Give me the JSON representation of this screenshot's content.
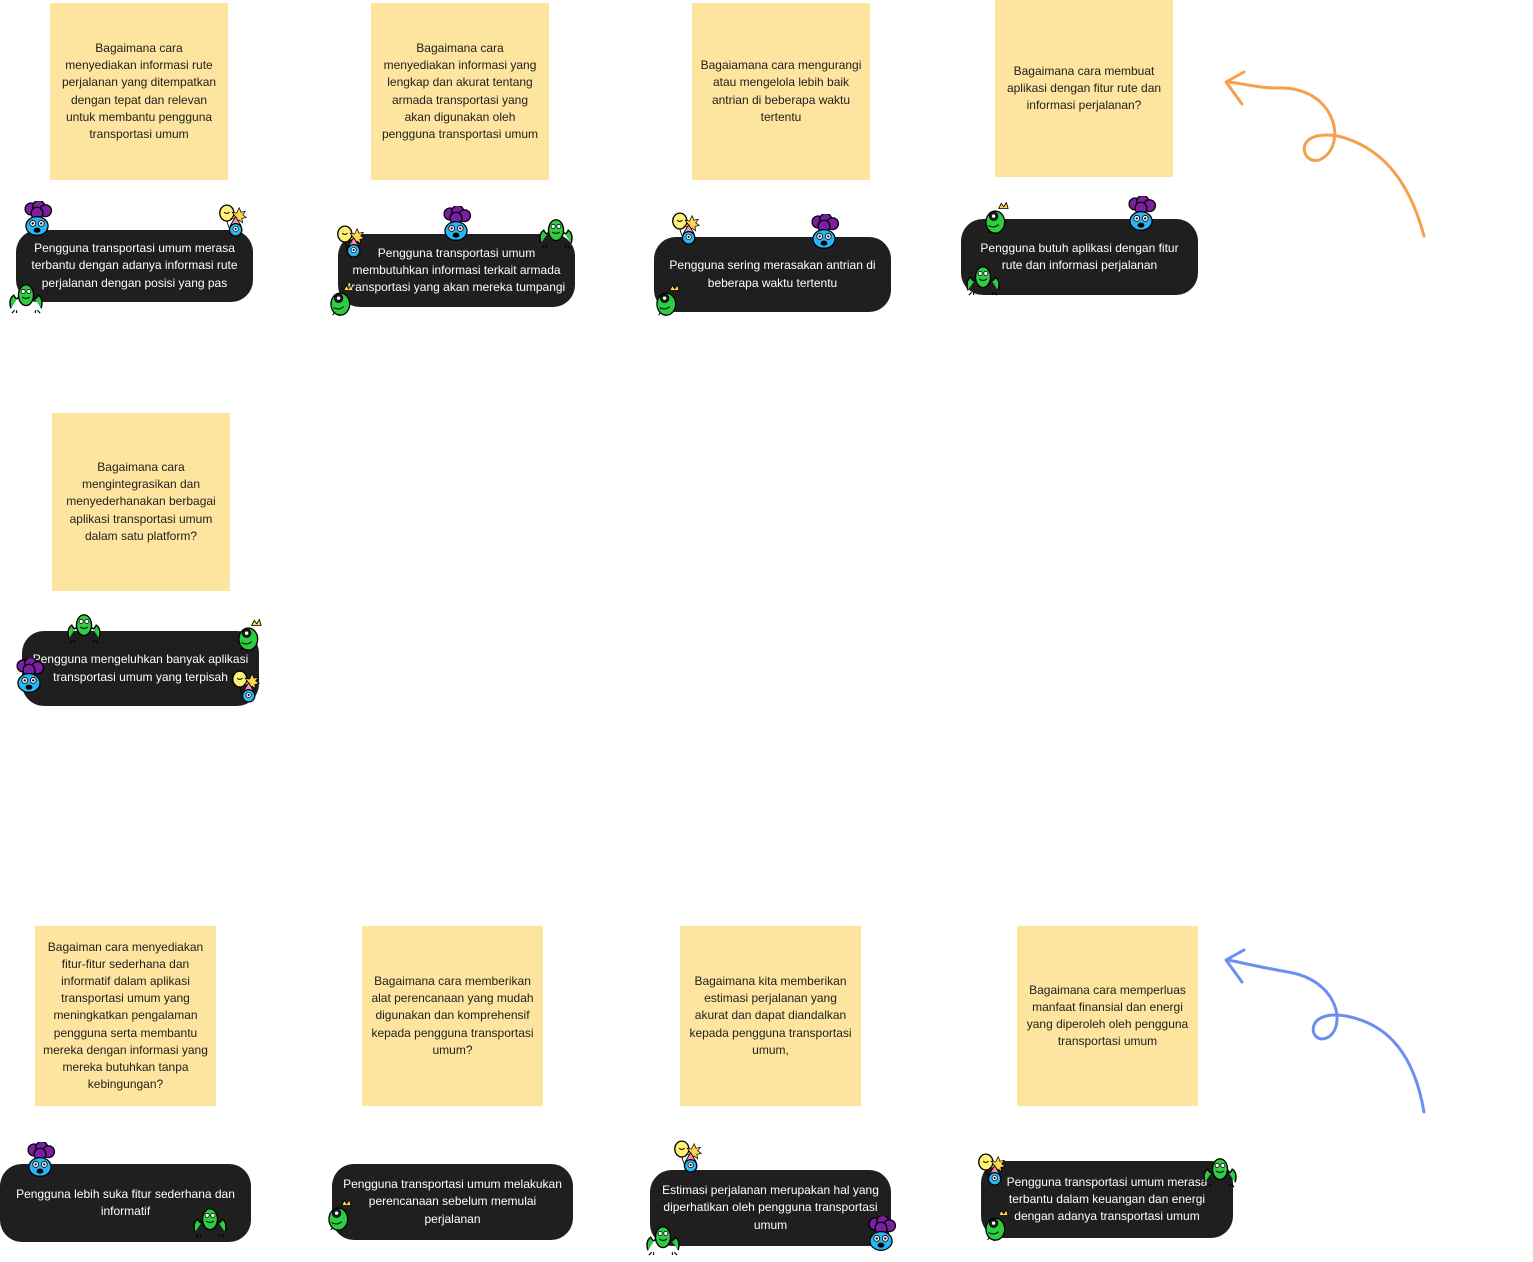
{
  "stickies": [
    {
      "text": "Bagaimana cara menyediakan informasi rute perjalanan yang ditempatkan dengan tepat dan relevan untuk membantu pengguna transportasi umum"
    },
    {
      "text": "Bagaimana cara menyediakan informasi yang lengkap dan akurat tentang armada transportasi yang akan digunakan oleh pengguna transportasi umum"
    },
    {
      "text": "Bagaiamana cara mengurangi atau mengelola lebih baik antrian di beberapa waktu tertentu"
    },
    {
      "text": "Bagaimana cara membuat aplikasi dengan fitur rute dan informasi perjalanan?"
    },
    {
      "text": "Bagaimana cara mengintegrasikan dan menyederhanakan berbagai aplikasi transportasi umum dalam satu platform?"
    },
    {
      "text": "Bagaiman cara menyediakan fitur-fitur sederhana dan informatif dalam aplikasi transportasi umum yang meningkatkan pengalaman pengguna serta membantu mereka dengan informasi yang mereka butuhkan tanpa kebingungan?"
    },
    {
      "text": "Bagaimana cara memberikan alat perencanaan yang mudah digunakan dan komprehensif kepada pengguna transportasi umum?"
    },
    {
      "text": "Bagaimana kita memberikan estimasi perjalanan yang akurat dan dapat diandalkan kepada pengguna transportasi umum,"
    },
    {
      "text": "Bagaimana cara memperluas manfaat finansial dan energi yang diperoleh oleh pengguna transportasi umum"
    }
  ],
  "bubbles": [
    {
      "text": "Pengguna transportasi umum merasa terbantu dengan adanya informasi rute perjalanan dengan posisi yang pas"
    },
    {
      "text": "Pengguna transportasi umum membutuhkan informasi terkait armada transportasi yang akan mereka tumpangi"
    },
    {
      "text": "Pengguna sering merasakan antrian di beberapa waktu tertentu"
    },
    {
      "text": "Pengguna butuh aplikasi dengan fitur rute dan informasi perjalanan"
    },
    {
      "text": "Pengguna mengeluhkan  banyak aplikasi transportasi umum yang terpisah"
    },
    {
      "text": "Pengguna lebih suka fitur sederhana dan informatif"
    },
    {
      "text": "Pengguna transportasi umum melakukan perencanaan sebelum memulai perjalanan"
    },
    {
      "text": "Estimasi perjalanan merupakan hal yang diperhatikan oleh pengguna transportasi umum"
    },
    {
      "text": "Pengguna transportasi umum merasa terbantu dalam keuangan dan energi dengan adanya transportasi umum"
    }
  ],
  "colors": {
    "sticky_yellow": "#fde59f",
    "bubble_black": "#1f1f1f",
    "arrow_orange": "#f6a04d",
    "arrow_blue": "#6b8ff0",
    "sticker_purple": "#7b1fa2",
    "sticker_blue": "#29b6f6",
    "sticker_green": "#2ecc40",
    "sticker_yellow": "#fff176"
  },
  "icons": [
    "purple-hair-face-sticker-icon",
    "balloon-party-sticker-icon",
    "green-monster-sticker-icon",
    "green-crowned-blob-sticker-icon",
    "curly-arrow-icon"
  ]
}
